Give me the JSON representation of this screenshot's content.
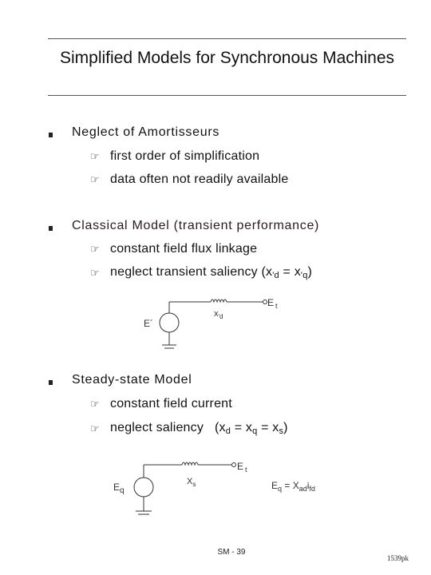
{
  "title": "Simplified Models for Synchronous Machines",
  "sections": [
    {
      "heading": "Neglect of Amortisseurs",
      "items": [
        "first order of simplification",
        "data often not readily available"
      ]
    },
    {
      "heading": "Classical Model (transient performance)",
      "items": [
        "constant field flux linkage",
        "neglect transient saliency (x'd = x'q)"
      ]
    },
    {
      "heading": "Steady-state Model",
      "items": [
        "constant field current",
        "neglect saliency   (xd = xq = xs)"
      ]
    }
  ],
  "item_segments": {
    "saliency_transient": {
      "pre": "neglect transient saliency (x",
      "s1": "'d",
      "mid": " = x",
      "s2": "'q",
      "post": ")"
    },
    "saliency_steady": {
      "pre": "neglect saliency   (x",
      "s1": "d",
      "mid": " = x",
      "s2": "q",
      "mid2": " = x",
      "s3": "s",
      "post": ")"
    }
  },
  "diagram1": {
    "source_label": "E´",
    "reactance_label": "x",
    "reactance_sub": "'d",
    "terminal_label": "E",
    "terminal_sub": "t"
  },
  "diagram2": {
    "source_label": "E",
    "source_sub": "q",
    "reactance_label": "X",
    "reactance_sub": "s",
    "terminal_label": "E",
    "terminal_sub": "t",
    "equation": {
      "a": "E",
      "a_sub": "q",
      "eq": " = X",
      "b_sub": "ad",
      "c": "i",
      "c_sub": "fd"
    }
  },
  "footer": "SM - 39",
  "corner_note": "1539pk",
  "colors": {
    "text": "#111111",
    "rule": "#555555",
    "circuit": "#333333"
  },
  "icons": {
    "section_bullet": "square-bullet-icon",
    "item_bullet": "pointing-hand-icon"
  }
}
